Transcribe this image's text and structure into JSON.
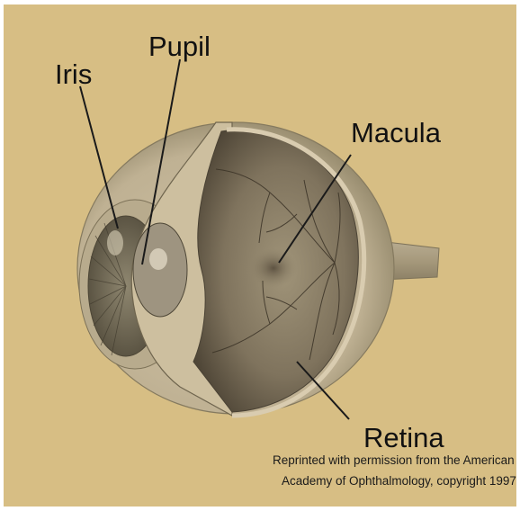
{
  "labels": {
    "iris": "Iris",
    "pupil": "Pupil",
    "macula": "Macula",
    "retina": "Retina"
  },
  "credit": {
    "line1": "Reprinted with permission from the American",
    "line2": "Academy of Ophthalmology, copyright 1997"
  },
  "colors": {
    "background": "#d7be84",
    "label_text": "#111111"
  }
}
